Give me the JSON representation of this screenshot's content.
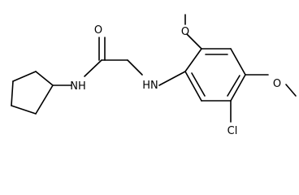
{
  "molecule": {
    "atom_labels": {
      "carbonyl_oxygen": "O",
      "amide_nh": "NH",
      "amine_hn": "HN",
      "methoxy_oxygen_top": "O",
      "methoxy_oxygen_right": "O",
      "chlorine": "Cl"
    },
    "colors": {
      "bond": "#000000",
      "label": "#000000",
      "background": "#ffffff"
    }
  }
}
